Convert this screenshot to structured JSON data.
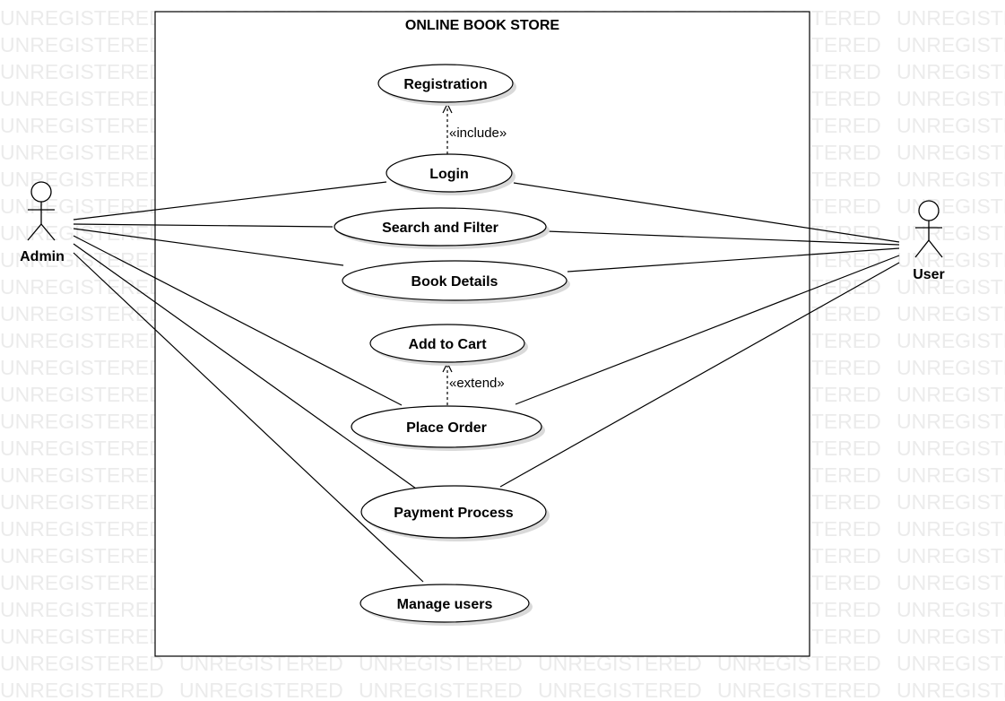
{
  "watermark": "UNREGISTERED",
  "system": {
    "title": "ONLINE BOOK STORE"
  },
  "actors": [
    {
      "id": "admin",
      "label": "Admin"
    },
    {
      "id": "user",
      "label": "User"
    }
  ],
  "use_cases": [
    {
      "id": "registration",
      "label": "Registration"
    },
    {
      "id": "login",
      "label": "Login"
    },
    {
      "id": "search",
      "label": "Search and Filter"
    },
    {
      "id": "details",
      "label": "Book Details"
    },
    {
      "id": "cart",
      "label": "Add to Cart"
    },
    {
      "id": "order",
      "label": "Place Order"
    },
    {
      "id": "payment",
      "label": "Payment Process"
    },
    {
      "id": "manage",
      "label": "Manage users"
    }
  ],
  "relationships": [
    {
      "from": "login",
      "to": "registration",
      "stereotype": "«include»"
    },
    {
      "from": "order",
      "to": "cart",
      "stereotype": "«extend»"
    }
  ],
  "associations": [
    {
      "actor": "admin",
      "use_case": "login"
    },
    {
      "actor": "admin",
      "use_case": "search"
    },
    {
      "actor": "admin",
      "use_case": "details"
    },
    {
      "actor": "admin",
      "use_case": "order"
    },
    {
      "actor": "admin",
      "use_case": "payment"
    },
    {
      "actor": "admin",
      "use_case": "manage"
    },
    {
      "actor": "user",
      "use_case": "login"
    },
    {
      "actor": "user",
      "use_case": "search"
    },
    {
      "actor": "user",
      "use_case": "details"
    },
    {
      "actor": "user",
      "use_case": "order"
    },
    {
      "actor": "user",
      "use_case": "payment"
    }
  ]
}
